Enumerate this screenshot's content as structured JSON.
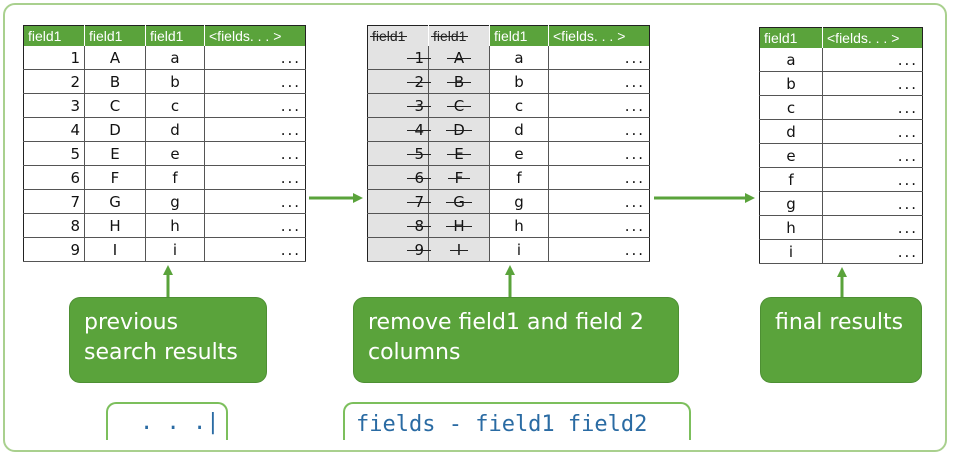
{
  "tables": {
    "previous": {
      "headers": [
        "field1",
        "field1",
        "field1",
        "<fields. . . >"
      ],
      "rows": [
        [
          "1",
          "A",
          "a",
          "..."
        ],
        [
          "2",
          "B",
          "b",
          "..."
        ],
        [
          "3",
          "C",
          "c",
          "..."
        ],
        [
          "4",
          "D",
          "d",
          "..."
        ],
        [
          "5",
          "E",
          "e",
          "..."
        ],
        [
          "6",
          "F",
          "f",
          "..."
        ],
        [
          "7",
          "G",
          "g",
          "..."
        ],
        [
          "8",
          "H",
          "h",
          "..."
        ],
        [
          "9",
          "I",
          "i",
          "..."
        ]
      ]
    },
    "removed": {
      "headers": [
        "field1",
        "field1",
        "field1",
        "<fields. . . >"
      ],
      "rows": [
        [
          "1",
          "A",
          "a",
          "..."
        ],
        [
          "2",
          "B",
          "b",
          "..."
        ],
        [
          "3",
          "C",
          "c",
          "..."
        ],
        [
          "4",
          "D",
          "d",
          "..."
        ],
        [
          "5",
          "E",
          "e",
          "..."
        ],
        [
          "6",
          "F",
          "f",
          "..."
        ],
        [
          "7",
          "G",
          "g",
          "..."
        ],
        [
          "8",
          "H",
          "h",
          "..."
        ],
        [
          "9",
          "I",
          "i",
          "..."
        ]
      ]
    },
    "final": {
      "headers": [
        "field1",
        "<fields. . . >"
      ],
      "rows": [
        [
          "a",
          "..."
        ],
        [
          "b",
          "..."
        ],
        [
          "c",
          "..."
        ],
        [
          "d",
          "..."
        ],
        [
          "e",
          "..."
        ],
        [
          "f",
          "..."
        ],
        [
          "g",
          "..."
        ],
        [
          "h",
          "..."
        ],
        [
          "i",
          "..."
        ]
      ]
    }
  },
  "callouts": {
    "previous": "previous search results",
    "remove": "remove field1 and field 2 columns",
    "final": "final results"
  },
  "code": {
    "previous": ". . .|",
    "remove": "fields - field1 field2"
  },
  "colors": {
    "accent": "#5aa33b",
    "arrow": "#5aa33b",
    "frame": "#a9d08e",
    "code": "#2a6ba3"
  }
}
